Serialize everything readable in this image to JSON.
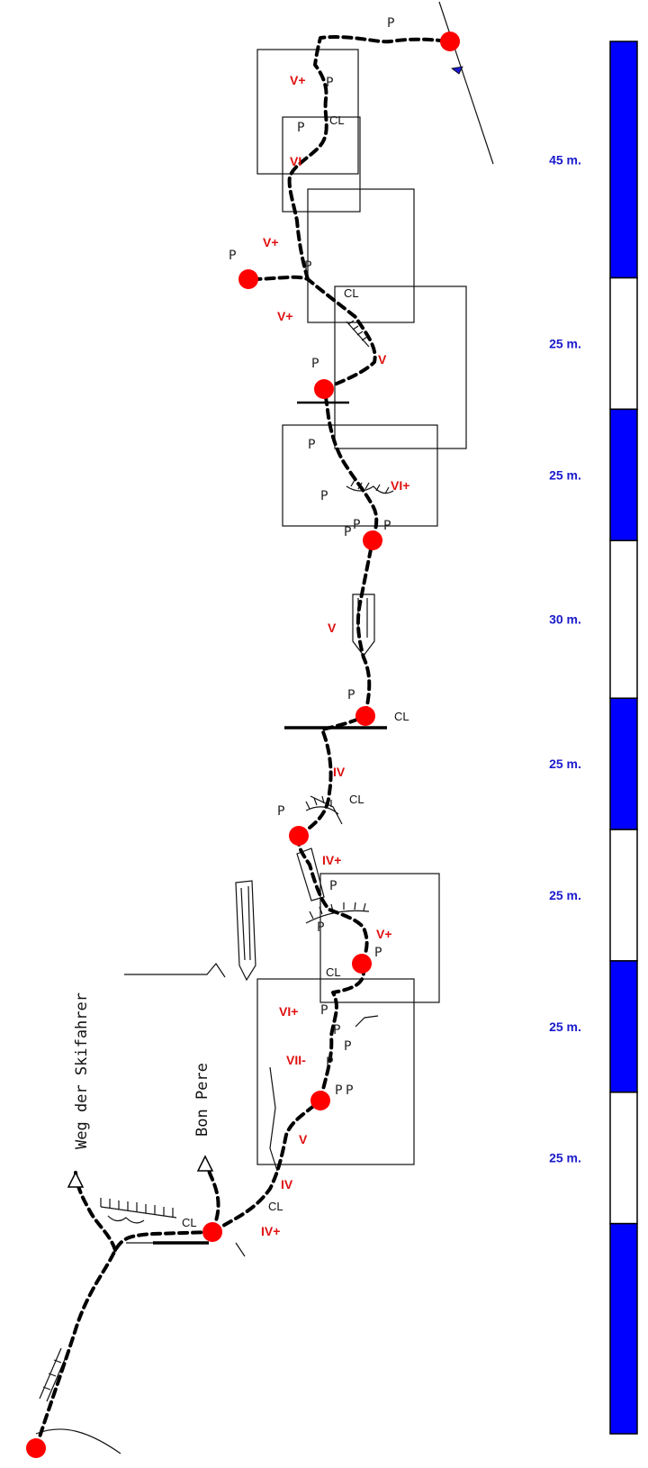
{
  "colors": {
    "route": "#000000",
    "belay_station": "#ff0000",
    "grade": "#e01010",
    "scale_dark": "#0000ff",
    "scale_light": "#ffffff",
    "scale_label": "#1a1acc"
  },
  "side_labels": {
    "path_left": "Weg der Skifahrer",
    "path_right": "Bon Pere"
  },
  "grades": [
    "V+",
    "VI",
    "V+",
    "V+",
    "V",
    "VI+",
    "V",
    "IV",
    "IV+",
    "V+",
    "VI+",
    "VII-",
    "V",
    "IV",
    "IV+"
  ],
  "belay_labels": [
    "CL",
    "CL",
    "CL",
    "CL",
    "CL",
    "CL",
    "CL"
  ],
  "pin_glyphs": [
    "P",
    "P",
    "P",
    "P",
    "P",
    "P",
    "P",
    "P",
    "P",
    "P",
    "P",
    "P",
    "P",
    "P",
    "P",
    "P",
    "P",
    "P",
    "P",
    "P",
    "P",
    "P"
  ],
  "scale": {
    "labels": [
      "45 m.",
      "25 m.",
      "25 m.",
      "30 m.",
      "25 m.",
      "25 m.",
      "25 m.",
      "25 m."
    ],
    "segments": [
      {
        "color": "blue",
        "length_m": 45
      },
      {
        "color": "white",
        "length_m": 25
      },
      {
        "color": "blue",
        "length_m": 25
      },
      {
        "color": "white",
        "length_m": 30
      },
      {
        "color": "blue",
        "length_m": 25
      },
      {
        "color": "white",
        "length_m": 25
      },
      {
        "color": "blue",
        "length_m": 25
      },
      {
        "color": "white",
        "length_m": 25
      },
      {
        "color": "blue",
        "length_m": 40
      }
    ]
  },
  "icons": {
    "belay_station": "red-dot-icon",
    "piton": "piton-icon",
    "arrow_up": "triangle-arrow-icon"
  }
}
